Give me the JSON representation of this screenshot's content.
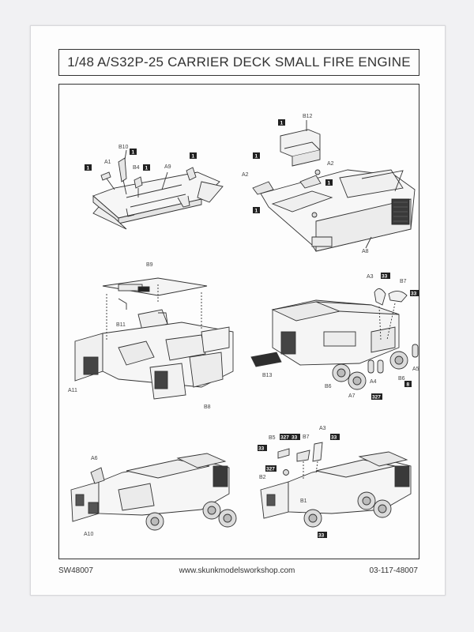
{
  "document": {
    "title": "1/48 A/S32P-25 CARRIER DECK SMALL FIRE ENGINE",
    "footer_left": "SW48007",
    "footer_center": "www.skunkmodelsworkshop.com",
    "footer_right": "03-117-48007"
  },
  "steps": [
    {
      "id": "step-1",
      "labels": [
        "A1",
        "B10",
        "B4",
        "A9"
      ],
      "tags": [
        "1",
        "1",
        "1",
        "1"
      ]
    },
    {
      "id": "step-2",
      "labels": [
        "B12",
        "A2",
        "A2",
        "A8"
      ],
      "tags": [
        "1",
        "1",
        "1",
        "1"
      ]
    },
    {
      "id": "step-3",
      "labels": [
        "B9",
        "B11",
        "A11",
        "B8"
      ],
      "tags": []
    },
    {
      "id": "step-4",
      "labels": [
        "A3",
        "B7",
        "B13",
        "B6",
        "A7",
        "A4",
        "B6",
        "A5"
      ],
      "tags": [
        "33",
        "33",
        "327",
        "8"
      ]
    },
    {
      "id": "step-5",
      "labels": [
        "A6",
        "A10"
      ],
      "tags": []
    },
    {
      "id": "step-6",
      "labels": [
        "B5",
        "B7",
        "A3",
        "B2",
        "B1"
      ],
      "tags": [
        "327",
        "33",
        "33",
        "33",
        "327",
        "33"
      ]
    }
  ]
}
